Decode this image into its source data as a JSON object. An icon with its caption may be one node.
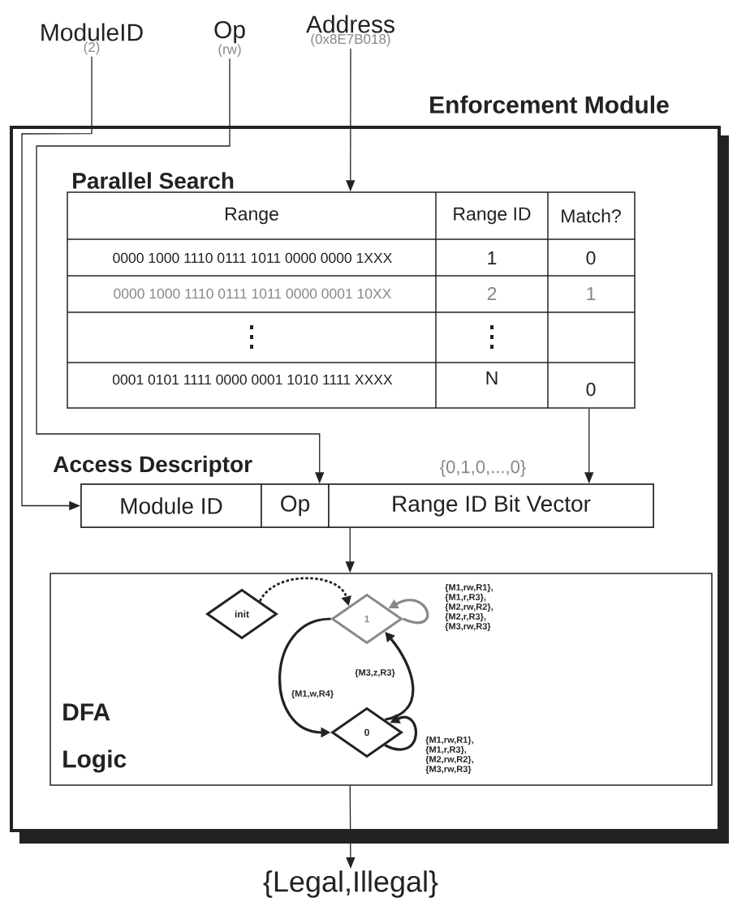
{
  "diagram": {
    "nodes": [
      {
        "text": [
          "ModuleID",
          "(2)"
        ]
      },
      {
        "text": [
          "Op",
          "(rw)"
        ]
      },
      {
        "text": [
          "Address",
          "(0x8E7B018)"
        ]
      },
      {
        "text": [
          "Enforcement Module"
        ]
      },
      {
        "text": [
          "Parallel Search"
        ],
        "in": 3
      },
      {
        "text": [
          "Access Descriptor"
        ],
        "in": 3
      },
      {
        "text": [
          "Module ID"
        ],
        "in": 5
      },
      {
        "text": [
          "Op"
        ],
        "in": 5
      },
      {
        "text": [
          "Range ID Bit Vector"
        ],
        "in": 5,
        "beside": [
          "{0,1,0,...,0}"
        ]
      },
      {
        "text": [
          "DFA Logic"
        ],
        "in": 3
      },
      {
        "text": [
          "init"
        ],
        "in": 9
      },
      {
        "text": [
          "1"
        ],
        "in": 9
      },
      {
        "text": [
          "0"
        ],
        "in": 9
      },
      {
        "text": [
          "{Legal,Illegal}"
        ]
      }
    ],
    "edges": [
      {
        "from": 0,
        "to": 6,
        "arrow": "to"
      },
      {
        "from": 1,
        "to": 7,
        "arrow": "to"
      },
      {
        "from": 2,
        "to": 4,
        "arrow": "to"
      },
      {
        "from": 4,
        "to": 8,
        "arrow": "to"
      },
      {
        "from": 5,
        "to": 9,
        "arrow": "to"
      },
      {
        "from": 10,
        "to": 11,
        "arrow": "to",
        "style": "dashed"
      },
      {
        "from": 11,
        "to": 11,
        "arrow": "to",
        "style": "thick",
        "color": "#888888",
        "label": "{M1,rw,R1}, {M1,r,R3}, {M2,rw,R2}, {M2,r,R3}, {M3,rw,R3}"
      },
      {
        "from": 11,
        "to": 12,
        "arrow": "to",
        "style": "thick",
        "label": "{M1,w,R4}"
      },
      {
        "from": 12,
        "to": 11,
        "arrow": "to",
        "style": "thick",
        "label": "{M3,z,R3}"
      },
      {
        "from": 12,
        "to": 12,
        "arrow": "to",
        "style": "thick",
        "label": "{M1,rw,R1}, {M1,r,R3}, {M2,rw,R2}, {M3,rw,R3}"
      },
      {
        "from": 9,
        "to": 13,
        "arrow": "to"
      }
    ],
    "labels": [
      "Range",
      "Range ID",
      "Match?",
      "0000 1000 1110 0111 1011 0000 0000 1XXX",
      "1",
      "0",
      "0000 1000 1110 0111 1011 0000 0001 10XX",
      "2",
      "1",
      "0001 0101 1111 0000 0001 1010 1111 XXXX",
      "N",
      "0"
    ]
  }
}
